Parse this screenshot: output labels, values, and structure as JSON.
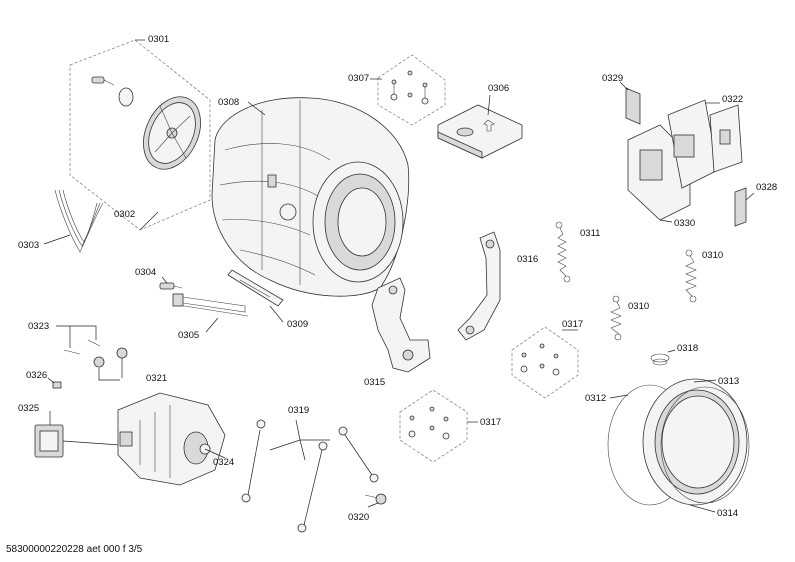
{
  "labels": {
    "p0301": "0301",
    "p0302": "0302",
    "p0303": "0303",
    "p0304": "0304",
    "p0305": "0305",
    "p0306": "0306",
    "p0307": "0307",
    "p0308": "0308",
    "p0309": "0309",
    "p0310a": "0310",
    "p0310b": "0310",
    "p0311": "0311",
    "p0312": "0312",
    "p0313": "0313",
    "p0314": "0314",
    "p0315": "0315",
    "p0316": "0316",
    "p0317a": "0317",
    "p0317b": "0317",
    "p0318": "0318",
    "p0319": "0319",
    "p0320": "0320",
    "p0321": "0321",
    "p0322": "0322",
    "p0323": "0323",
    "p0324": "0324",
    "p0325": "0325",
    "p0326": "0326",
    "p0328": "0328",
    "p0329": "0329",
    "p0330": "0330"
  },
  "footer": {
    "document_id": "58300000220228 aet 000 f 3/5"
  }
}
